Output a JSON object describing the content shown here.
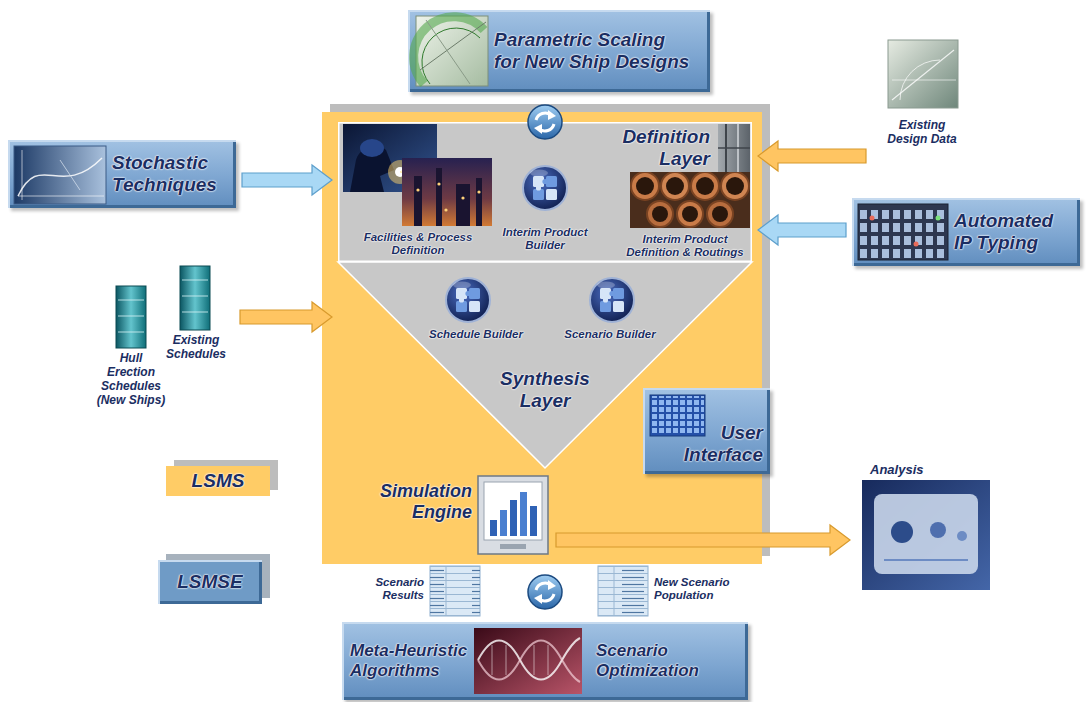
{
  "diagram": {
    "nodes": [
      {
        "text": [
          "Parametric Scaling for New Ship Designs"
        ]
      },
      {
        "text": [
          "Existing Design Data"
        ]
      },
      {
        "text": [
          "Stochastic Techniques"
        ]
      },
      {
        "text": [
          "Definition Layer"
        ]
      },
      {
        "text": [
          "Automated IP Typing"
        ]
      },
      {
        "text": [
          "Existing Schedules"
        ]
      },
      {
        "text": [
          "Hull Erection Schedules (New Ships)"
        ]
      },
      {
        "text": [
          "Synthesis Layer"
        ]
      },
      {
        "text": [
          "User Interface"
        ]
      },
      {
        "text": [
          "Analysis"
        ]
      },
      {
        "text": [
          "Simulation Engine"
        ]
      },
      {
        "text": [
          "Meta-Heuristic Algorithms",
          "Scenario Optimization"
        ]
      }
    ],
    "edges": [
      {
        "from": 2,
        "to": 3,
        "arrow": "to"
      },
      {
        "from": 1,
        "to": 3,
        "arrow": "to"
      },
      {
        "from": 4,
        "to": 3,
        "arrow": "to"
      },
      {
        "from": 5,
        "to": 7,
        "arrow": "to"
      },
      {
        "from": 10,
        "to": 9,
        "arrow": "to"
      }
    ],
    "labels": [
      "Facilities & Process Definition",
      "Interim Product Builder",
      "Interim Product Definition & Routings",
      "Schedule Builder",
      "Scenario Builder",
      "Scenario Results",
      "New Scenario Population"
    ],
    "legend": [
      {
        "text": "LSMS",
        "color": "#FFCC66"
      },
      {
        "text": "LSMSE",
        "color": "#6F9BC6"
      }
    ]
  }
}
